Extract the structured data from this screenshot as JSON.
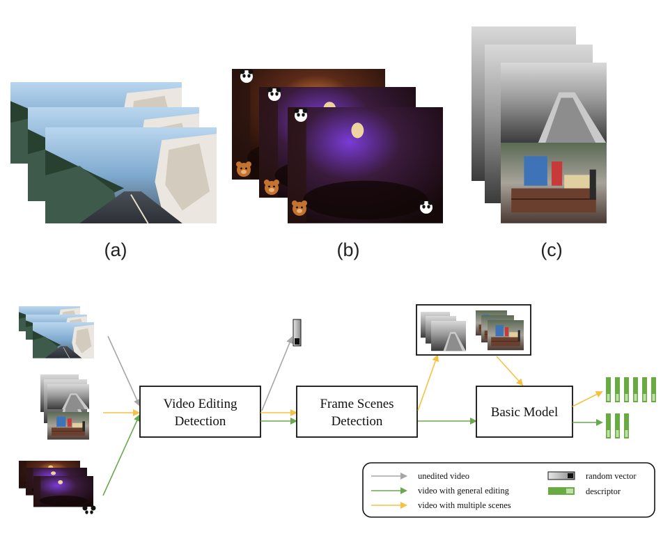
{
  "colors": {
    "unedited": "#a6a6a6",
    "general": "#6aa84f",
    "multiple": "#f6c142",
    "descriptor": "#6aaa43",
    "box_stroke": "#111111"
  },
  "panels": {
    "a": {
      "caption": "(a)"
    },
    "b": {
      "caption": "(b)"
    },
    "c": {
      "caption": "(c)"
    }
  },
  "pipeline": {
    "video_editing_detection": {
      "line1": "Video Editing",
      "line2": "Detection"
    },
    "frame_scenes_detection": {
      "line1": "Frame Scenes",
      "line2": "Detection"
    },
    "basic_model": {
      "label": "Basic Model"
    }
  },
  "legend": {
    "unedited": "unedited video",
    "general": "video with general editing",
    "multiple": "video with multiple scenes",
    "random_vector": "random vector",
    "descriptor": "descriptor"
  },
  "icons": {
    "input_a": "mountain-road-video-frames-icon",
    "input_c": "multi-scene-video-frames-icon",
    "input_b": "party-video-frames-icon",
    "random_vector": "random-vector-icon",
    "descriptor": "descriptor-icon"
  }
}
